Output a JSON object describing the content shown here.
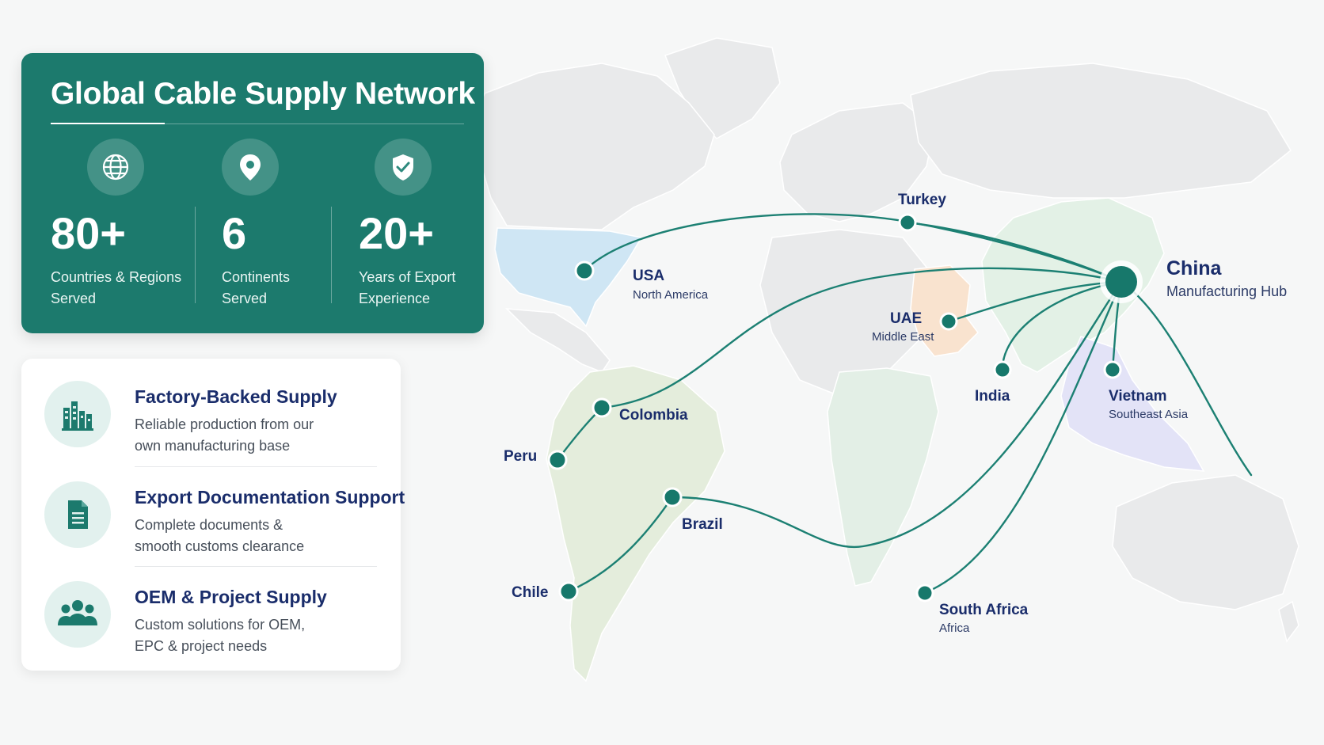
{
  "stats_card": {
    "title": "Global Cable Supply Network",
    "stats": [
      {
        "value": "80+",
        "label_line1": "Countries & Regions",
        "label_line2": "Served",
        "icon": "globe-icon"
      },
      {
        "value": "6",
        "label_line1": "Continents",
        "label_line2": "Served",
        "icon": "location-pin-icon"
      },
      {
        "value": "20+",
        "label_line1": "Years of Export",
        "label_line2": "Experience",
        "icon": "shield-check-icon"
      }
    ]
  },
  "features": [
    {
      "title": "Factory-Backed Supply",
      "desc_line1": "Reliable production from our",
      "desc_line2": "own manufacturing base",
      "icon": "factory-icon"
    },
    {
      "title": "Export Documentation Support",
      "desc_line1": "Complete documents &",
      "desc_line2": "smooth customs clearance",
      "icon": "document-icon"
    },
    {
      "title": "OEM & Project Supply",
      "desc_line1": "Custom solutions for OEM,",
      "desc_line2": "EPC & project needs",
      "icon": "people-group-icon"
    }
  ],
  "map": {
    "hub": {
      "name": "China",
      "sub": "Manufacturing Hub"
    },
    "locations": [
      {
        "name": "Turkey",
        "sub": ""
      },
      {
        "name": "USA",
        "sub": "North America"
      },
      {
        "name": "UAE",
        "sub": "Middle East"
      },
      {
        "name": "India",
        "sub": ""
      },
      {
        "name": "Vietnam",
        "sub": "Southeast Asia"
      },
      {
        "name": "Colombia",
        "sub": ""
      },
      {
        "name": "Peru",
        "sub": ""
      },
      {
        "name": "Brazil",
        "sub": ""
      },
      {
        "name": "Chile",
        "sub": ""
      },
      {
        "name": "South Africa",
        "sub": "Africa"
      }
    ]
  },
  "colors": {
    "primary": "#1c7a6d",
    "route": "#1c8073",
    "node": "#17786b",
    "heading_text": "#1a2d6b",
    "north_america_tint": "#cfe6f4",
    "south_america_tint": "#e4eddc",
    "middle_east_tint": "#f9e3cf",
    "asia_tint": "#e3f1e6",
    "southeast_asia_tint": "#e3e3f7",
    "africa_tint": "#e3efe6"
  }
}
